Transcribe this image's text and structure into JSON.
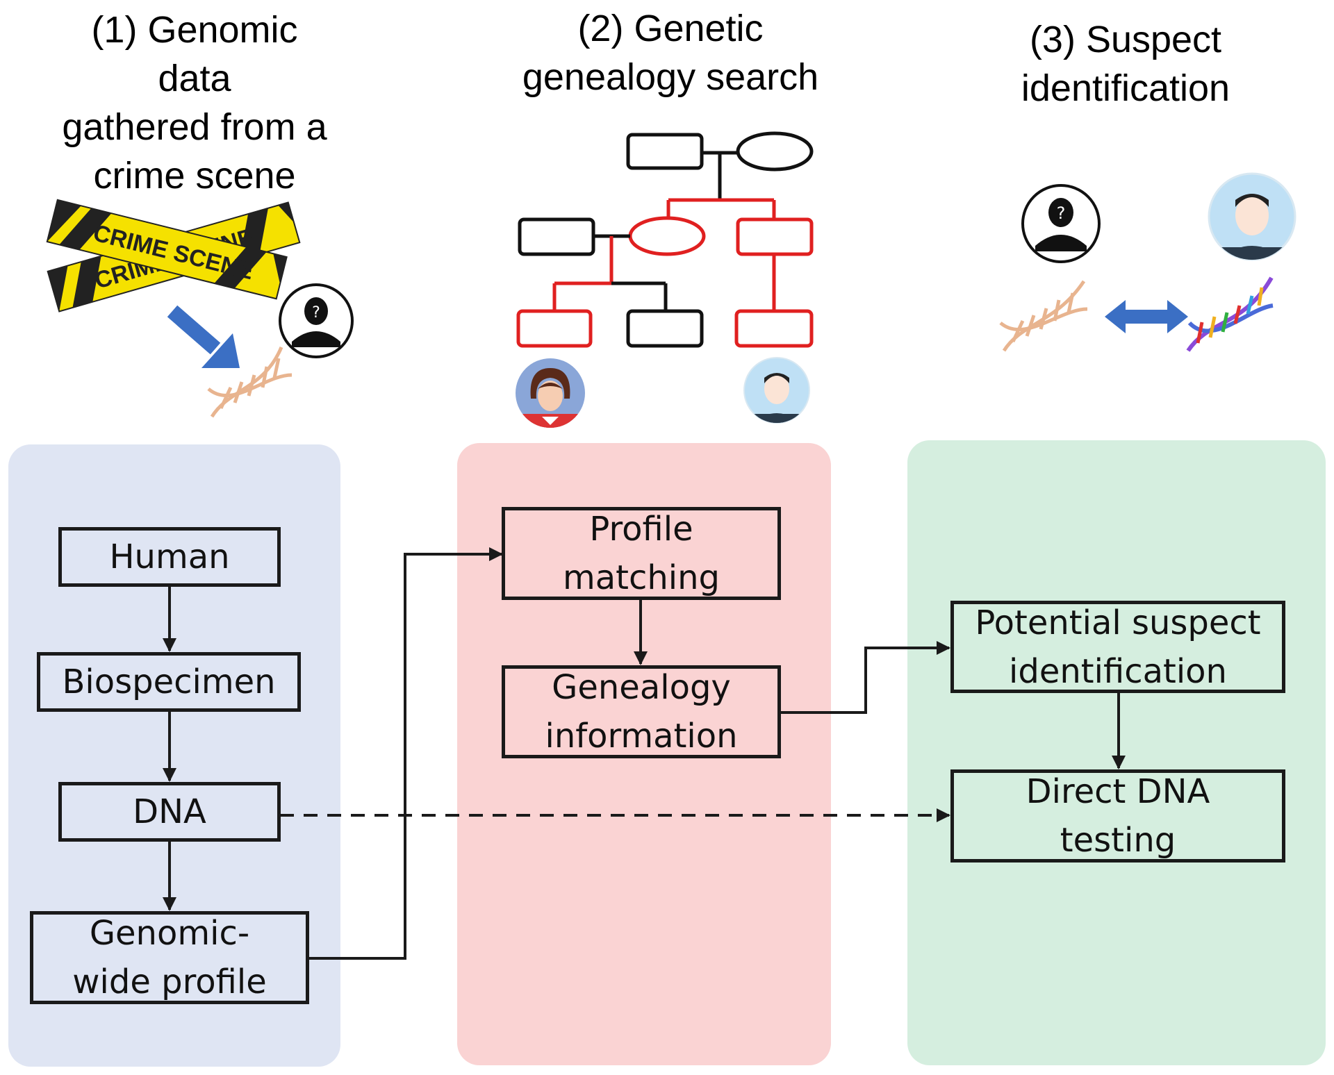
{
  "columns": {
    "col1": {
      "title": "(1) Genomic\ndata\ngathered from a\ncrime scene",
      "color": "#dfe5f3"
    },
    "col2": {
      "title": "(2) Genetic\ngenealogy search",
      "color": "#fad3d3"
    },
    "col3": {
      "title": "(3) Suspect\nidentification",
      "color": "#d5eedf"
    }
  },
  "boxes": {
    "human": "Human",
    "biospecimen": "Biospecimen",
    "dna": "DNA",
    "genomic_profile": "Genomic-\nwide profile",
    "profile_matching": "Profile\nmatching",
    "genealogy_information": "Genealogy\ninformation",
    "potential_suspect": "Potential suspect\nidentification",
    "direct_dna_testing": "Direct DNA\ntesting"
  },
  "icons": {
    "crime_scene_tape": "crime-scene-tape-icon",
    "crime_scene_tape_text": "CRIME SCENE",
    "unknown_person": "unknown-person-icon",
    "dna": "dna-helix-icon",
    "family_tree": "family-tree-icon",
    "female_avatar": "female-avatar-icon",
    "male_avatar": "male-avatar-icon",
    "double_arrow": "double-arrow-icon",
    "colored_dna": "colored-dna-icon"
  },
  "colors": {
    "tree_highlight": "#e02020",
    "arrow_blue": "#3b6fc4",
    "line": "#1a1a1a"
  }
}
